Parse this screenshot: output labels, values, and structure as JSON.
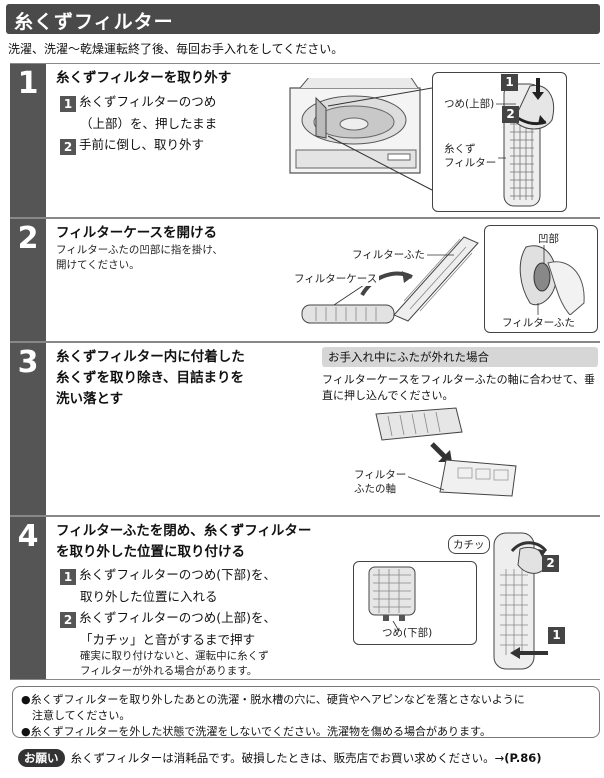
{
  "header": {
    "title": "糸くずフィルター"
  },
  "intro": "洗濯、洗濯～乾燥運転終了後、毎回お手入れをしてください。",
  "steps": [
    {
      "number": "1",
      "title": "糸くずフィルターを取り外す",
      "subs": [
        {
          "badge": "1",
          "text": "糸くずフィルターのつめ",
          "cont": "（上部）を、押したまま"
        },
        {
          "badge": "2",
          "text": "手前に倒し、取り外す"
        }
      ],
      "labels": {
        "tsume_top": "つめ(上部)",
        "filter": "糸くず\nフィルター"
      }
    },
    {
      "number": "2",
      "title": "フィルターケースを開ける",
      "desc": "フィルターふたの凹部に指を掛け、\n開けてください。",
      "labels": {
        "lid": "フィルターふた",
        "case": "フィルターケース",
        "recess": "凹部",
        "lid2": "フィルターふた"
      }
    },
    {
      "number": "3",
      "title": "糸くずフィルター内に付着した\n糸くずを取り除き、目詰まりを\n洗い落とす",
      "notice_head": "お手入れ中にふたが外れた場合",
      "notice_text": "フィルターケースをフィルターふたの軸に合わせて、垂直に押し込んでください。",
      "labels": {
        "axis": "フィルター\nふたの軸"
      }
    },
    {
      "number": "4",
      "title": "フィルターふたを閉め、糸くずフィルター\nを取り外した位置に取り付ける",
      "subs": [
        {
          "badge": "1",
          "text": "糸くずフィルターのつめ(下部)を、",
          "cont": "取り外した位置に入れる"
        },
        {
          "badge": "2",
          "text": "糸くずフィルターのつめ(上部)を、",
          "cont": "「カチッ」と音がするまで押す"
        }
      ],
      "note": "確実に取り付けないと、運転中に糸くず\nフィルターが外れる場合があります。",
      "labels": {
        "click": "カチッ",
        "tsume_bottom": "つめ(下部)"
      }
    }
  ],
  "cautions": [
    "●糸くずフィルターを取り外したあとの洗濯・脱水槽の穴に、硬貨やヘアピンなどを落とさないように",
    "　注意してください。",
    "●糸くずフィルターを外した状態で洗濯をしないでください。洗濯物を傷める場合があります。"
  ],
  "bottom": {
    "badge": "お願い",
    "text": "糸くずフィルターは消耗品です。破損したときは、販売店でお買い求めください。→",
    "ref": "(P.86)"
  },
  "fig_badges": {
    "one": "1",
    "two": "2"
  }
}
